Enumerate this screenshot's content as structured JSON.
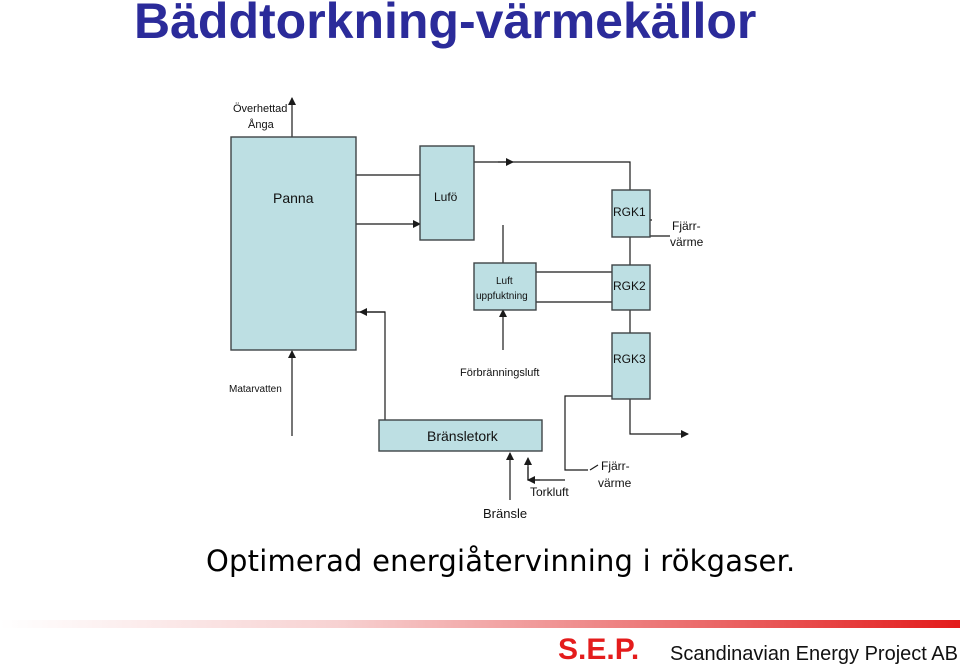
{
  "title": "Bäddtorkning-värmekällor",
  "subtitle": "Optimerad energiåtervinning i rökgaser.",
  "diagram": {
    "overhettad_line1": "Överhettad",
    "overhettad_line2": "Ånga",
    "panna": "Panna",
    "lufo": "Lufö",
    "rgk1": "RGK1",
    "rgk2": "RGK2",
    "rgk3": "RGK3",
    "fjarr1_line1": "Fjärr-",
    "fjarr1_line2": "värme",
    "luft_line1": "Luft",
    "luft_line2": "uppfuktning",
    "forbranningsluft": "Förbränningsluft",
    "matarvatten": "Matarvatten",
    "bransletork": "Bränsletork",
    "fjarr2_line1": "Fjärr-",
    "fjarr2_line2": "värme",
    "torkluft": "Torkluft",
    "bransle": "Bränsle"
  },
  "footer": {
    "abbr": "S.E.P.",
    "company": "Scandinavian Energy Project AB",
    "accent_color": "#e41c1c"
  }
}
